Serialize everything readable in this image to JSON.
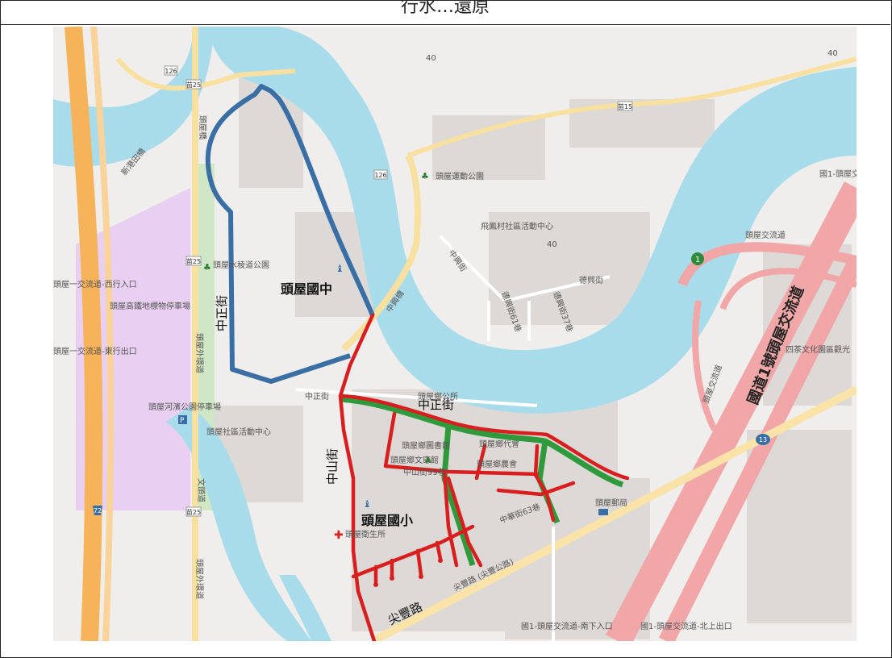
{
  "header": {
    "title": "行水…還原"
  },
  "map": {
    "colors": {
      "river": "#a9dcea",
      "highway": "#f1a7a7",
      "primary_road": "#f7c870",
      "park": "#cfe7c4",
      "purple_area": "#e9cff2",
      "blue_route": "#3a6fa6",
      "red_route": "#d81e1e",
      "green_route": "#2f9a3c"
    },
    "labels": {
      "zhongzheng_jie_west": "中正街",
      "zhongzheng_jie_east": "中正街",
      "zhongshan_jie": "中山街",
      "touwu_middle_school": "頭屋國中",
      "touwu_elementary": "頭屋國小",
      "jianfeng_road": "尖豐路",
      "jianfeng_gonglu": "尖豐路 (尖豐公路)",
      "freeway": "國道1號頭屋交流道",
      "touwu_interchange": "頭屋交流道",
      "xinhu_bridge": "新港田橋",
      "touwu_bridge": "頭屋橋",
      "zhongxing_bridge": "中興橋",
      "wenquan_dao": "文頭道",
      "touwu_waihuan": "頭屋外環道",
      "touwu_waihuan_south": "頭屋外環道",
      "route_126_a": "126",
      "route_126_b": "126",
      "route_15": "苗15",
      "route_25_a": "苗25",
      "route_25_b": "苗25",
      "route_25_c": "苗25",
      "freeway_shield": "1",
      "route_13_shield": "13",
      "route_72_shield": "72",
      "poi_sport_park": "頭屋運動公園",
      "poi_community_center": "飛鳳村社區活動中心",
      "poi_touwu_park": "頭屋水稜道公園",
      "poi_toulandmark": "頭屋高鐵地標物停車場",
      "poi_interchange_in": "頭屋一交流道-西行入口",
      "poi_interchange_out": "頭屋一交流道-東行出口",
      "poi_riverside_park": "頭屋河濱公園停車場",
      "poi_community_activity": "頭屋社區活動中心",
      "poi_township_office": "頭屋鄉公所",
      "poi_township_rep": "頭屋鄉代會",
      "poi_farmer_assoc": "頭屋鄉農會",
      "poi_library": "頭屋鄉圖書館",
      "poi_culture": "頭屋鄉文康館",
      "poi_health": "頭屋衛生所",
      "poi_post": "頭屋郵局",
      "poi_tea_culture": "四茶文化園區觀光",
      "poi_exit_south": "國1-頭屋交流道-南下入口",
      "poi_exit_north": "國1-頭屋交流道-北上出口",
      "poi_freeway_top": "國1-頭屋交",
      "street_dexing": "德興街",
      "street_dexing_61": "德興街61巷",
      "street_dexing_37": "德興街37巷",
      "street_zhongxing": "中興街",
      "street_zhonghua_63": "中華街63巷",
      "street_zhongshan_99": "中山街99巷",
      "street_zhongzheng_small": "中正街",
      "street_bridge_label": "中興橋",
      "num_40_a": "40",
      "num_40_b": "40",
      "num_40_c": "40"
    }
  }
}
